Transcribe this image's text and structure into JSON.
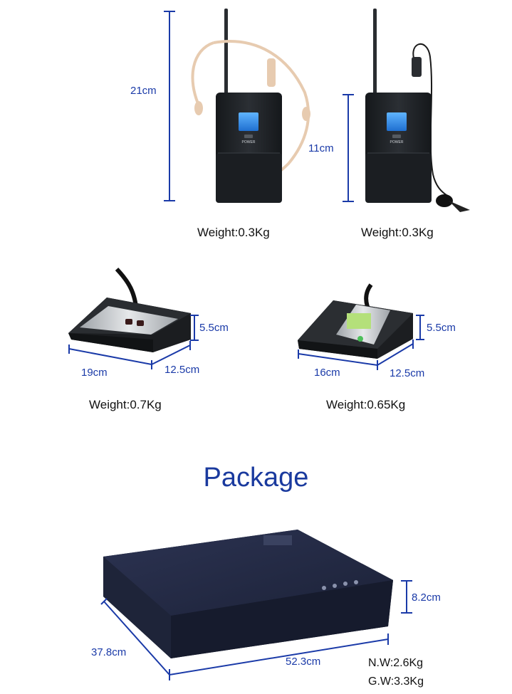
{
  "products": {
    "headset_pack": {
      "height": "21cm",
      "weight": "Weight:0.3Kg"
    },
    "lavalier_pack": {
      "height": "11cm",
      "weight": "Weight:0.3Kg"
    },
    "chairman_unit": {
      "length": "19cm",
      "depth": "12.5cm",
      "height": "5.5cm",
      "weight": "Weight:0.7Kg"
    },
    "delegate_unit": {
      "length": "16cm",
      "depth": "12.5cm",
      "height": "5.5cm",
      "weight": "Weight:0.65Kg"
    }
  },
  "package": {
    "title": "Package",
    "width": "37.8cm",
    "length": "52.3cm",
    "height": "8.2cm",
    "net_weight": "N.W:2.6Kg",
    "gross_weight": "G.W:3.3Kg"
  },
  "device_labels": {
    "power": "POWER"
  },
  "colors": {
    "dimension_blue": "#1a3aa8",
    "title_blue": "#1a3a9e",
    "device_body": "#1f2226",
    "lcd_blue": "#2f8ff0",
    "box_navy": "#232a45"
  }
}
